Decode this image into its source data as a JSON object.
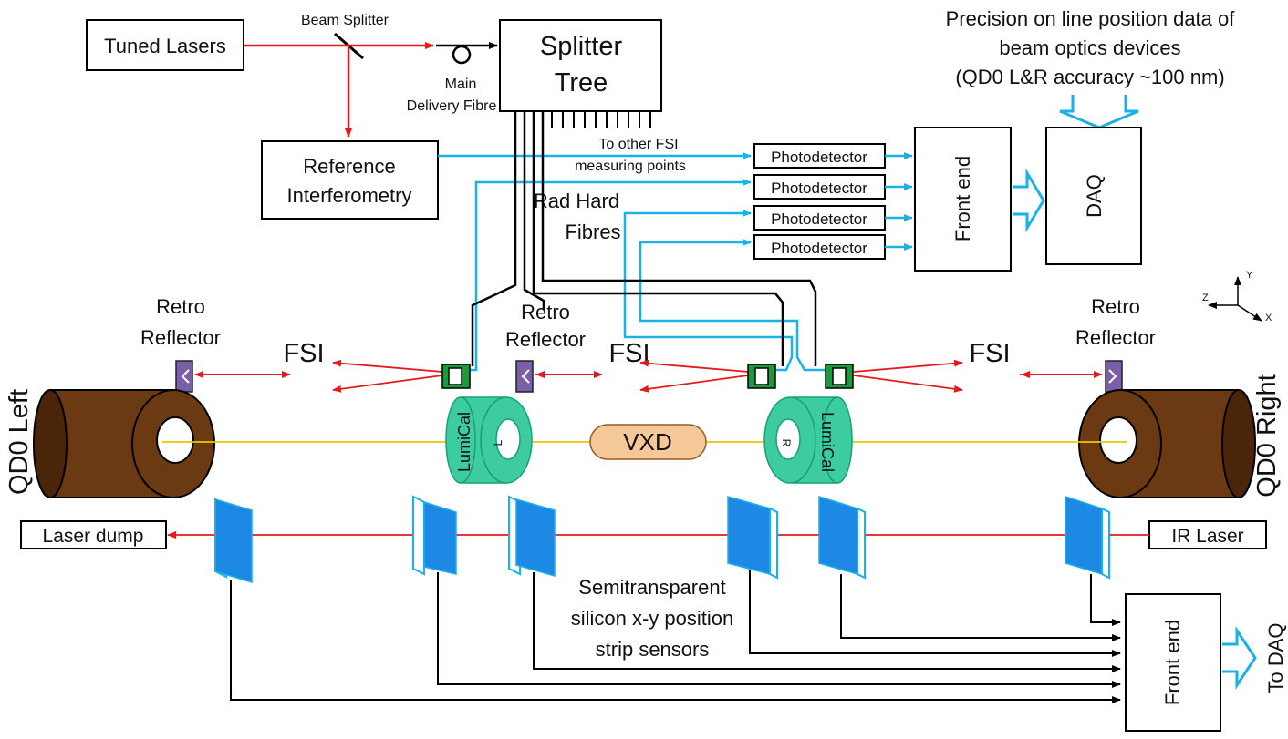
{
  "labels": {
    "tuned_lasers": "Tuned Lasers",
    "beam_splitter": "Beam Splitter",
    "main_delivery_1": "Main",
    "main_delivery_2": "Delivery Fibre",
    "splitter_tree_1": "Splitter",
    "splitter_tree_2": "Tree",
    "reference_1": "Reference",
    "reference_2": "Interferometry",
    "precision_1": "Precision on line position data of",
    "precision_2": "beam optics devices",
    "precision_3": "(QD0 L&R accuracy ~100 nm)",
    "to_other_1": "To other FSI",
    "to_other_2": "measuring points",
    "photodetector": "Photodetector",
    "front_end": "Front end",
    "daq": "DAQ",
    "rad_hard_1": "Rad Hard",
    "rad_hard_2": "Fibres",
    "retro_1": "Retro",
    "retro_2": "Reflector",
    "fsi": "FSI",
    "qd0_left": "QD0 Left",
    "qd0_right": "QD0 Right",
    "lumical": "LumiCal",
    "lumical_l": "L",
    "lumical_r": "R",
    "vxd": "VXD",
    "laser_dump": "Laser dump",
    "ir_laser": "IR Laser",
    "semi_1": "Semitransparent",
    "semi_2": "silicon x-y position",
    "semi_3": "strip sensors",
    "to_daq": "To DAQ",
    "axis_y": "Y",
    "axis_z": "Z",
    "axis_x": "X"
  },
  "colors": {
    "red": "#e41a1a",
    "blue": "#1ab0e8",
    "brown": "#6b3a12",
    "brown_side": "#4a250a",
    "green": "#3dcca0",
    "green_dark": "#17a07a",
    "dark_green_box": "#1a9a3a",
    "purple": "#7a5ea8",
    "sensor": "#1e88e5",
    "yellow_beam": "#e8c800",
    "vxd_fill": "#f5c89a"
  }
}
